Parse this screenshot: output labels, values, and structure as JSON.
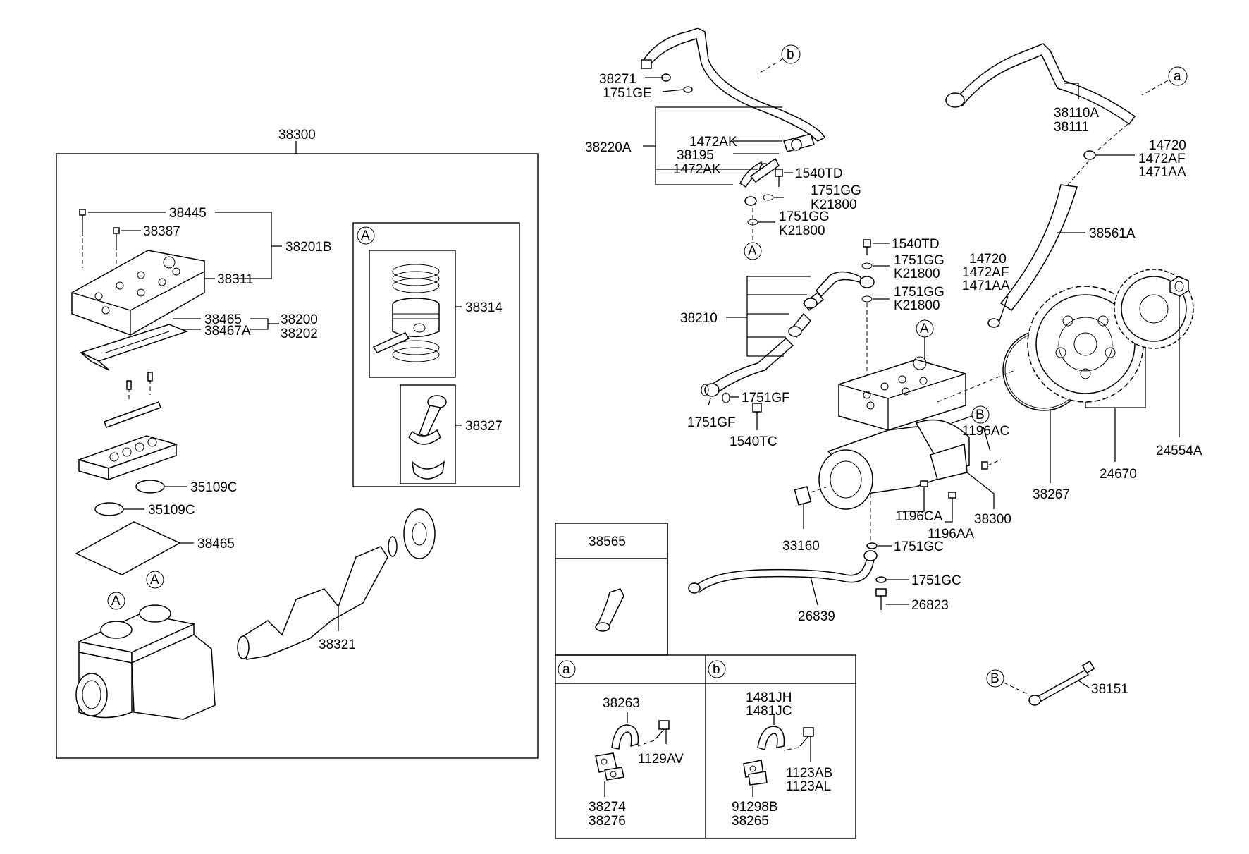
{
  "labels": {
    "l38300_top": "38300",
    "l38445": "38445",
    "l38387": "38387",
    "l38201B": "38201B",
    "l38311": "38311",
    "l38465a": "38465",
    "l38467A": "38467A",
    "l38200": "38200",
    "l38202": "38202",
    "l38314": "38314",
    "l38327": "38327",
    "l35109C_1": "35109C",
    "l35109C_2": "35109C",
    "l38465b": "38465",
    "l38321": "38321",
    "l38271": "38271",
    "l1751GE": "1751GE",
    "l38220A": "38220A",
    "l1472AK_1": "1472AK",
    "l38195": "38195",
    "l1472AK_2": "1472AK",
    "l1540TD_1": "1540TD",
    "l1751GG_1": "1751GG",
    "lK21800_1": "K21800",
    "l1751GG_2": "1751GG",
    "lK21800_2": "K21800",
    "l38110A": "38110A",
    "l38111": "38111",
    "l14720_1": "14720",
    "l1472AF_1": "1472AF",
    "l1471AA_1": "1471AA",
    "l38561A": "38561A",
    "l1540TD_2": "1540TD",
    "l1751GG_3": "1751GG",
    "lK21800_3": "K21800",
    "l14720_2": "14720",
    "l1472AF_2": "1472AF",
    "l1471AA_2": "1471AA",
    "l1751GG_4": "1751GG",
    "lK21800_4": "K21800",
    "l38210": "38210",
    "l1751GF_1": "1751GF",
    "l1751GF_2": "1751GF",
    "l1540TC": "1540TC",
    "l1196AC": "1196AC",
    "l24554A": "24554A",
    "l24670": "24670",
    "l38267": "38267",
    "l1196CA": "1196CA",
    "l1196AA": "1196AA",
    "l38300_right": "38300",
    "l33160": "33160",
    "l1751GC_1": "1751GC",
    "l1751GC_2": "1751GC",
    "l26823": "26823",
    "l26839": "26839",
    "l38565": "38565",
    "l38263": "38263",
    "l1129AV": "1129AV",
    "l38274": "38274",
    "l38276": "38276",
    "l1481JH": "1481JH",
    "l1481JC": "1481JC",
    "l1123AB": "1123AB",
    "l1123AL": "1123AL",
    "l91298B": "91298B",
    "l38265": "38265",
    "l38151": "38151"
  },
  "callouts": {
    "A_box": "A",
    "A_cyl1": "A",
    "A_cyl2": "A",
    "A_pipe": "A",
    "A_comp": "A",
    "a_pipe": "a",
    "b_pipe": "b",
    "B_comp": "B",
    "B_rod": "B",
    "a_panel": "a",
    "b_panel": "b"
  }
}
